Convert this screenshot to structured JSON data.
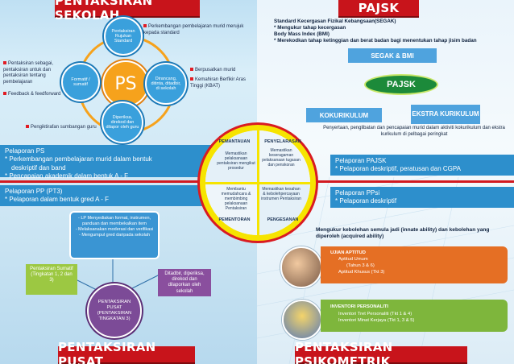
{
  "banners": {
    "top_left": "PENTAKSIRAN SEKOLAH",
    "top_right": "PAJSK",
    "bottom_left": "PENTAKSIRAN PUSAT",
    "bottom_right": "PENTAKSIRAN PSIKOMETRIK"
  },
  "ps": {
    "center": "PS",
    "sat_top": "Pentaksiran Rujukan Standard",
    "sat_left": "Formatif / sumatif",
    "sat_right": "Dirancang, ditinta, ditadbir, di sekolah",
    "sat_bottom": "Diperiksa, direkod dan dilapor oleh guru",
    "note_tr": "Perkembangan pembelajaran murid merujuk kepada standard",
    "note_l1": "Pentaksiran sebagai, pentaksiran untuk dan pentaksiran tentang pembelajaran",
    "note_l2": "Feedback & feedforward",
    "note_r1": "Berpusatkan murid",
    "note_r2": "Kemahiran Berfikir Aras Tinggi (KBAT)",
    "note_b": "Pengiktirafan sumbangan guru"
  },
  "pelaporan_ps": {
    "title": "Pelaporan PS",
    "line1": "* Perkembangan pembelajaran murid dalam bentuk",
    "line2": "deskriptif dan band",
    "line3": "* Pencapaian akademik dalam bentuk A - F"
  },
  "pelaporan_pp": {
    "title": "Pelaporan PP (PT3)",
    "line1": "* Pelaporan dalam bentuk gred A - F"
  },
  "center_circle": {
    "q_tl_head": "PEMANTAUAN",
    "q_tr_head": "PENYELARASAN",
    "q_bl_head": "PEMENTORAN",
    "q_br_head": "PENGESANAN",
    "q_tl": "Memastikan pelaksanaan pentaksiran mengikut prosedur",
    "q_tr": "Memastikan keseragaman pelaksanaan tugasan dan penskoran",
    "q_bl": "Membantu memudahcara & membimbing pelaksanaan Pentaksiran",
    "q_br": "Memastikan kesahan & kebolehpercayaan instrumen Pentaksiran"
  },
  "pajsk": {
    "intro1": "Standard Kecergasan Fizikal Kebangsaan(SEGAK)",
    "intro2": "* Mengukur tahap kecergasan",
    "intro3": "Body Mass Index (BMI)",
    "intro4": "* Merekodkan tahap ketinggian dan berat badan bagi menentukan tahap jisim badan",
    "segak": "SEGAK & BMI",
    "center": "PAJSK",
    "koko": "KOKURIKULUM",
    "ekstra": "EKSTRA KURIKULUM",
    "note": "Penyertaan, penglibatan dan pencapaian murid dalam aktiviti kokurikulum dan ekstra kurikulum di pelbagai peringkat"
  },
  "pelaporan_pajsk": {
    "title": "Pelaporan PAJSK",
    "line1": "* Pelaporan deskriptif, peratusan dan CGPA"
  },
  "pelaporan_ppsi": {
    "title": "Pelaporan PPsi",
    "line1": "* Pelaporan deskriptif"
  },
  "pp": {
    "list1": "- LP Menyediakan format, instrumen, panduan dan membekalkan item",
    "list2": "- Melaksanakan moderasi dan verifikasi",
    "list3": "- Mengumpul gred daripada sekolah",
    "sumatif": "Pentaksiran Sumatif (Tingkatan 1, 2 dan 3)",
    "ditadbir": "Ditadbir, diperiksa, direkod dan dilaporkan oleh sekolah",
    "pusat": "PENTAKSIRAN PUSAT (PENTAKSIRAN TINGKATAN 3)"
  },
  "psi": {
    "intro": "Mengukur kebolehan semula jadi (innate ability) dan kebolehan yang diperoleh (acquired ability)",
    "ujian_title": "UJIAN APTITUD",
    "ujian1": "Aptitud Umum",
    "ujian1b": "(Tahun 3 & 6)",
    "ujian2": "Aptitud Khusus (Tkt 3)",
    "inv_title": "INVENTORI PERSONALITI",
    "inv1": "Inventori Tret Personaliti (Tkt 1 & 4)",
    "inv2": "Inventori Minat Kerjaya (Tkt 1, 3 & 5)"
  }
}
